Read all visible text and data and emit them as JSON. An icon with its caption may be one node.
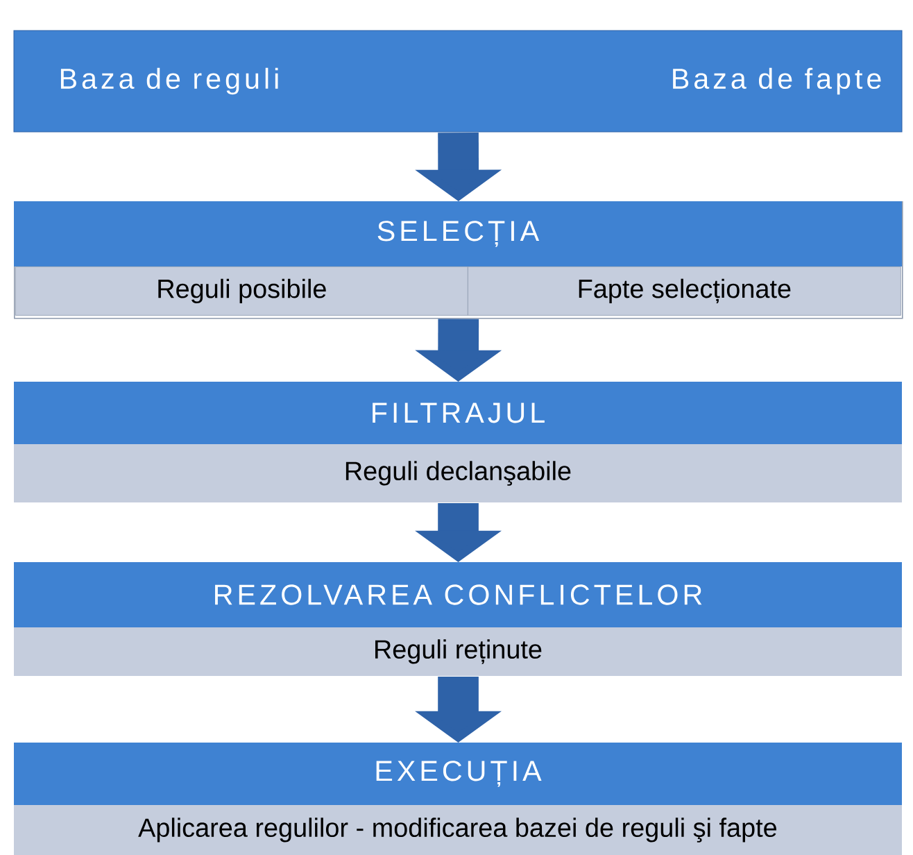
{
  "diagram": {
    "nodes": [
      {
        "text": [
          "Baza de reguli",
          "Baza de fapte"
        ]
      },
      {
        "text": [
          "SELECȚIA"
        ]
      },
      {
        "text": [
          "Reguli posibile"
        ],
        "in": 1
      },
      {
        "text": [
          "Fapte selecționate"
        ],
        "in": 1
      },
      {
        "text": [
          "FILTRAJUL",
          "Reguli declanşabile"
        ]
      },
      {
        "text": [
          "REZOLVAREA CONFLICTELOR",
          "Reguli reținute"
        ]
      },
      {
        "text": [
          "EXECUȚIA",
          "Aplicarea regulilor - modificarea bazei de reguli şi fapte"
        ]
      }
    ],
    "edges": [
      {
        "from": 0,
        "to": 1,
        "arrow": "to"
      },
      {
        "from": 1,
        "to": 4,
        "arrow": "to"
      },
      {
        "from": 4,
        "to": 5,
        "arrow": "to"
      },
      {
        "from": 5,
        "to": 6,
        "arrow": "to"
      }
    ]
  }
}
